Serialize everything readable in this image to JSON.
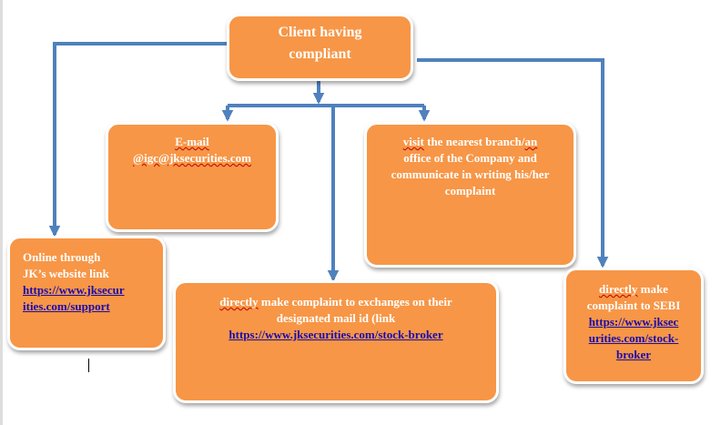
{
  "root": {
    "line1": "Client having",
    "line2": "compliant"
  },
  "email": {
    "line1": "E-mail",
    "line2": "@igc@jksecurities.com"
  },
  "branch": {
    "word1": "visit",
    "text1": " the nearest branch/",
    "word2": "an",
    "line2": "office of the Company  and",
    "line3": "communicate in writing his/her",
    "line4": "complaint"
  },
  "online": {
    "line1": "Online through",
    "line2": "JK’s website link",
    "link1": "https://www.jksecur",
    "link2": "ities.com/support"
  },
  "exchange": {
    "word1": "directly",
    "text1": " make complaint to exchanges on their",
    "line2": "designated mail id (link",
    "link": "https://www.jksecurities.com/stock-broker"
  },
  "sebi": {
    "word1": "directly",
    "text1": " make",
    "line2": "complaint to SEBI",
    "link1": "https://www.jksec",
    "link2": "urities.com/stock-",
    "link3": "broker"
  },
  "colors": {
    "box_fill": "#f79646",
    "connector": "#4f81bd",
    "link": "#1a0dab"
  }
}
